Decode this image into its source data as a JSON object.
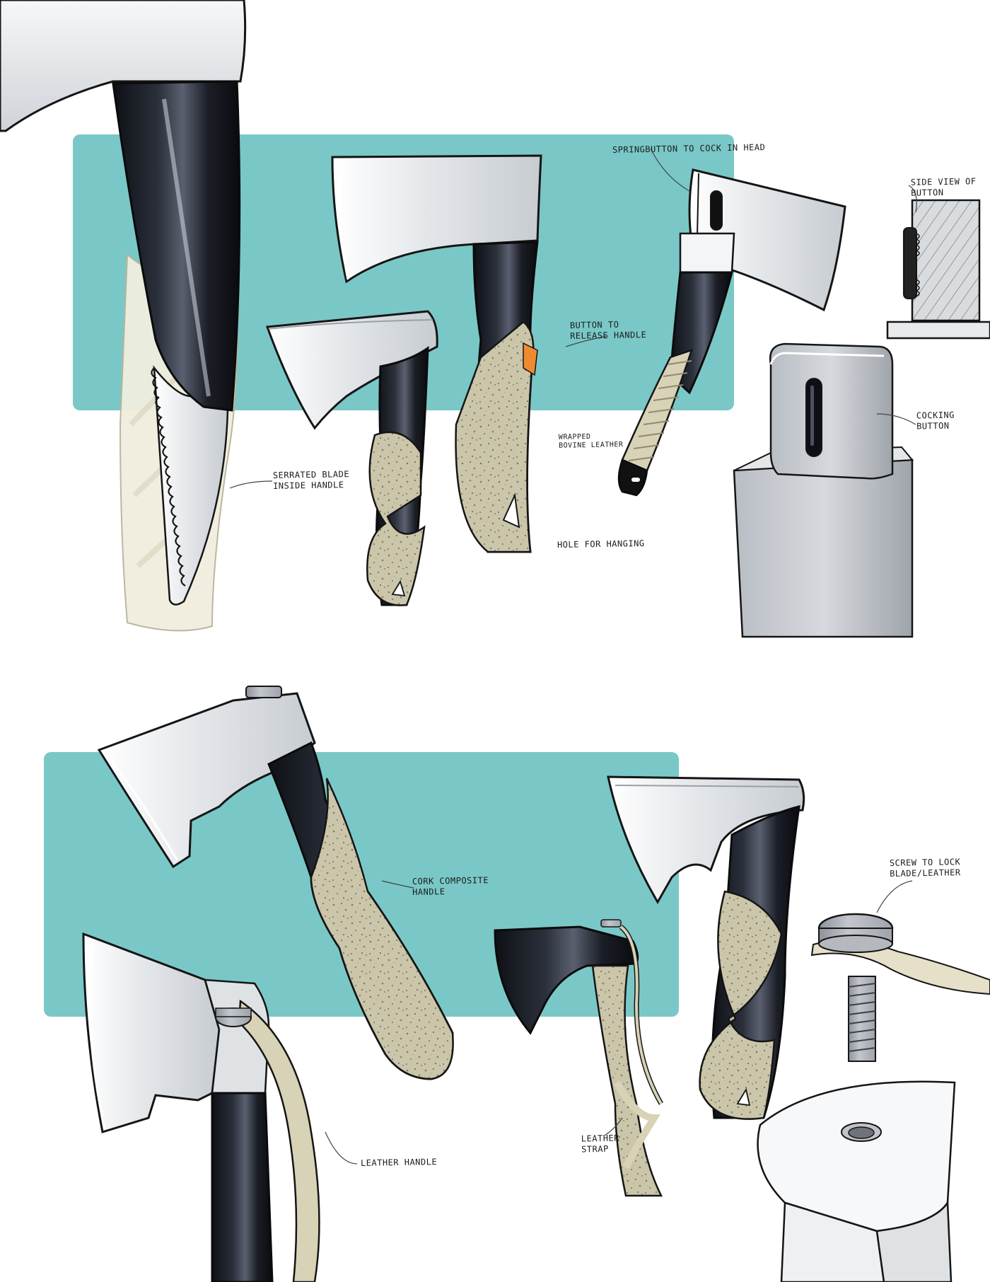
{
  "colors": {
    "panel": "#79c8c7",
    "blade_light": "#f1f3f5",
    "blade_mid": "#d0d4d8",
    "handle_black": "#1a1d24",
    "cork": "#c9c3a8",
    "leather": "#d8d2b6",
    "ink": "#151515",
    "accent_orange": "#f08a30"
  },
  "annotations": {
    "serrated_blade": [
      "SERRATED BLADE",
      "INSIDE HANDLE"
    ],
    "spring_button": [
      "SPRINGBUTTON TO COCK IN HEAD"
    ],
    "side_view": [
      "SIDE VIEW OF",
      "BUTTON"
    ],
    "button_release": [
      "BUTTON TO",
      "RELEASE HANDLE"
    ],
    "wrapped_leather": [
      "WRAPPED",
      "BOVINE LEATHER"
    ],
    "cocking_button": [
      "COCKING",
      "BUTTON"
    ],
    "hole_hanging": [
      "HOLE FOR HANGING"
    ],
    "cork_handle": [
      "CORK COMPOSITE",
      "HANDLE"
    ],
    "screw_lock": [
      "SCREW TO LOCK",
      "BLADE/LEATHER"
    ],
    "leather_handle": [
      "LEATHER HANDLE"
    ],
    "leather_strap": [
      "LEATHER",
      "STRAP"
    ]
  }
}
